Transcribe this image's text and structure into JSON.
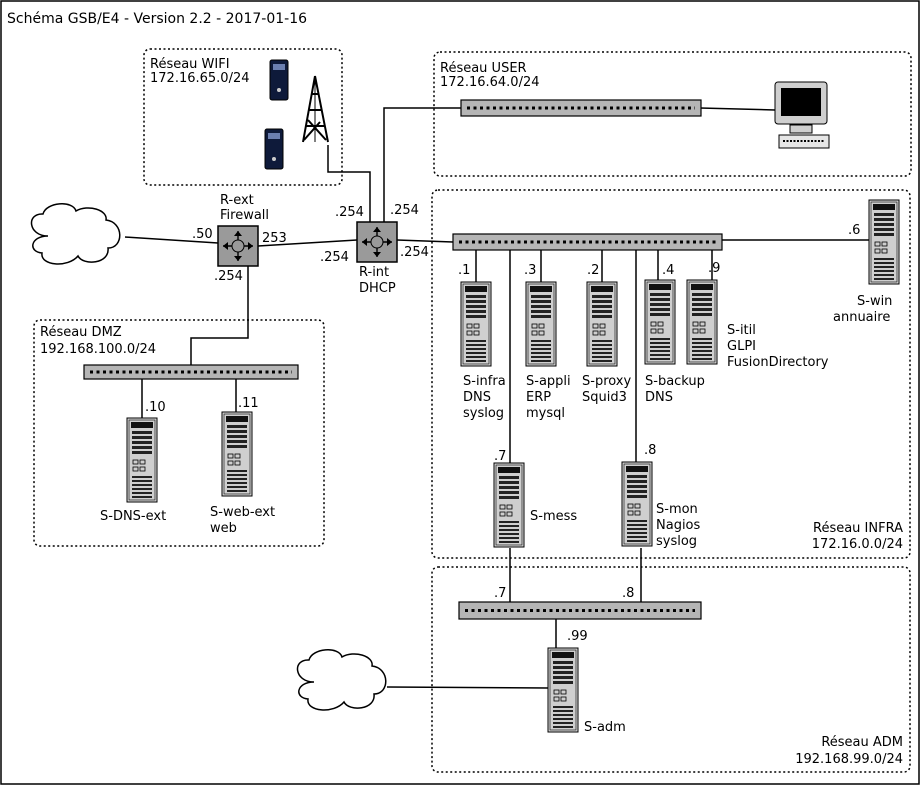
{
  "title": "Schéma GSB/E4 - Version 2.2 - 2017-01-16",
  "networks": {
    "wifi": {
      "name": "Réseau WIFI",
      "subnet": "172.16.65.0/24"
    },
    "user": {
      "name": "Réseau USER",
      "subnet": "172.16.64.0/24"
    },
    "dmz": {
      "name": "Réseau DMZ",
      "subnet": "192.168.100.0/24"
    },
    "infra": {
      "name": "Réseau INFRA",
      "subnet": "172.16.0.0/24"
    },
    "adm": {
      "name": "Réseau ADM",
      "subnet": "192.168.99.0/24"
    }
  },
  "routers": {
    "ext": {
      "label": [
        "R-ext",
        "Firewall"
      ],
      "ips": {
        "internet": ".50",
        "dmz": ".254",
        "link": "253"
      }
    },
    "int": {
      "label": [
        "R-int",
        "DHCP"
      ],
      "ips": {
        "link": ".254",
        "up": ".254",
        "wifi": ".254",
        "infra": ".254"
      }
    }
  },
  "servers": {
    "dns_ext": {
      "label": [
        "S-DNS-ext"
      ],
      "ip": ".10"
    },
    "web_ext": {
      "label": [
        "S-web-ext",
        "web"
      ],
      "ip": ".11"
    },
    "infra": {
      "label": [
        "S-infra",
        "DNS",
        "syslog"
      ],
      "ip": ".1"
    },
    "appli": {
      "label": [
        "S-appli",
        "ERP",
        "mysql"
      ],
      "ip": ".3"
    },
    "proxy": {
      "label": [
        "S-proxy",
        "Squid3"
      ],
      "ip": ".2"
    },
    "backup": {
      "label": [
        "S-backup",
        "DNS"
      ],
      "ip": ".4"
    },
    "itil": {
      "label": [
        "S-itil",
        "GLPI",
        "FusionDirectory"
      ],
      "ip": ".9"
    },
    "win": {
      "label": [
        "S-win",
        "annuaire"
      ],
      "ip": ".6"
    },
    "mess": {
      "label": [
        "S-mess"
      ],
      "ip_infra": ".7",
      "ip_adm": ".7"
    },
    "mon": {
      "label": [
        "S-mon",
        "Nagios",
        "syslog"
      ],
      "ip_infra": ".8",
      "ip_adm": ".8"
    },
    "adm": {
      "label": [
        "S-adm"
      ],
      "ip": ".99"
    }
  },
  "icons": [
    "cloud-icon",
    "router-icon",
    "switch-icon",
    "server-icon",
    "workstation-icon",
    "wifi-antenna-icon",
    "mobile-device-icon"
  ]
}
